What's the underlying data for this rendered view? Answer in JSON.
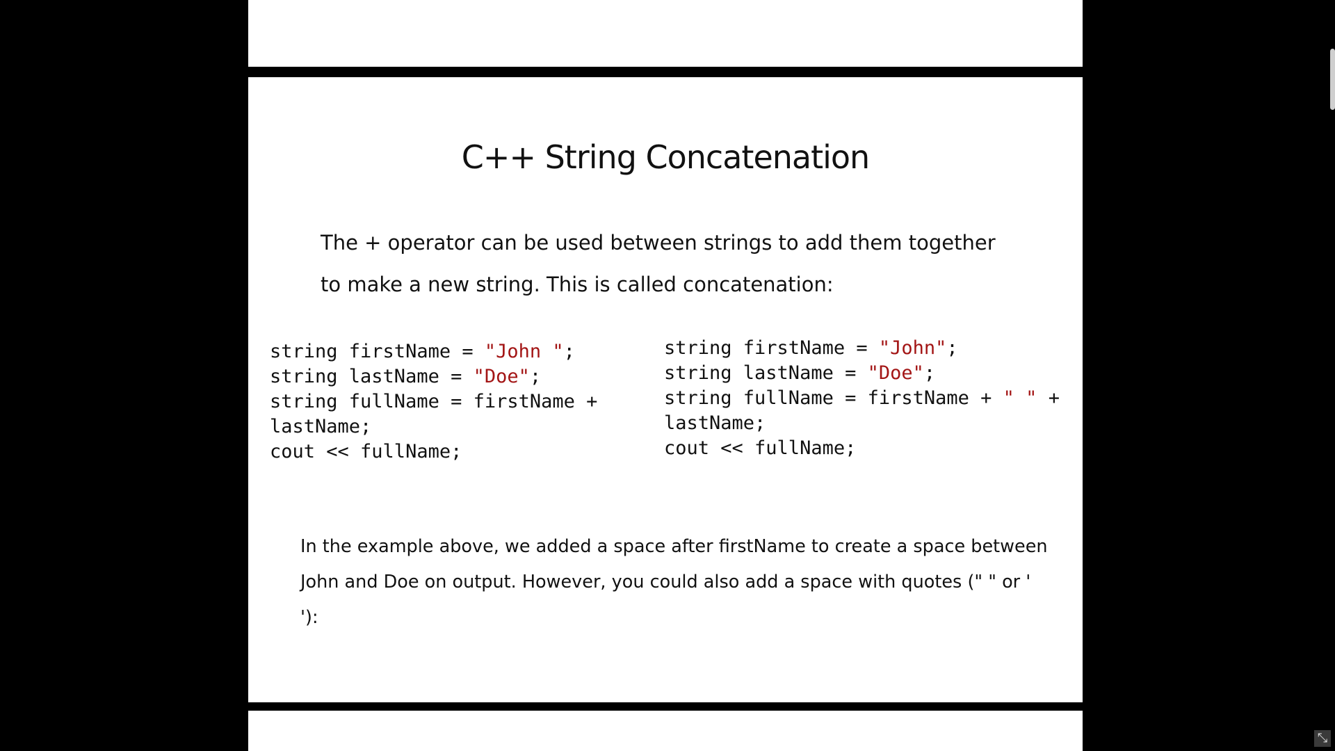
{
  "slide": {
    "title": "C++ String Concatenation",
    "intro": "The + operator can be used between strings to add them together to make a new string. This is called concatenation:",
    "note": "In the example above, we added a space after firstName to create a space between John and Doe on output. However, you could also add a space with quotes (\" \" or ' '):"
  },
  "code_left": {
    "l1_a": "string firstName = ",
    "l1_str": "\"John \"",
    "l1_b": ";",
    "l2_a": "string lastName = ",
    "l2_str": "\"Doe\"",
    "l2_b": ";",
    "l3": "string fullName = firstName +",
    "l4": "lastName;",
    "l5": "cout << fullName;"
  },
  "code_right": {
    "l1_a": "string firstName = ",
    "l1_str": "\"John\"",
    "l1_b": ";",
    "l2_a": "string lastName = ",
    "l2_str": "\"Doe\"",
    "l2_b": ";",
    "l3_a": "string fullName = firstName + ",
    "l3_str": "\" \"",
    "l3_b": " +",
    "l4": "lastName;",
    "l5": "cout << fullName;"
  },
  "controls": {
    "exit_fullscreen_icon": "exit-fullscreen-icon",
    "exit_fullscreen_glyph": "⤡"
  },
  "colors": {
    "background": "#000000",
    "slide": "#ffffff",
    "string_literal": "#a31515"
  }
}
